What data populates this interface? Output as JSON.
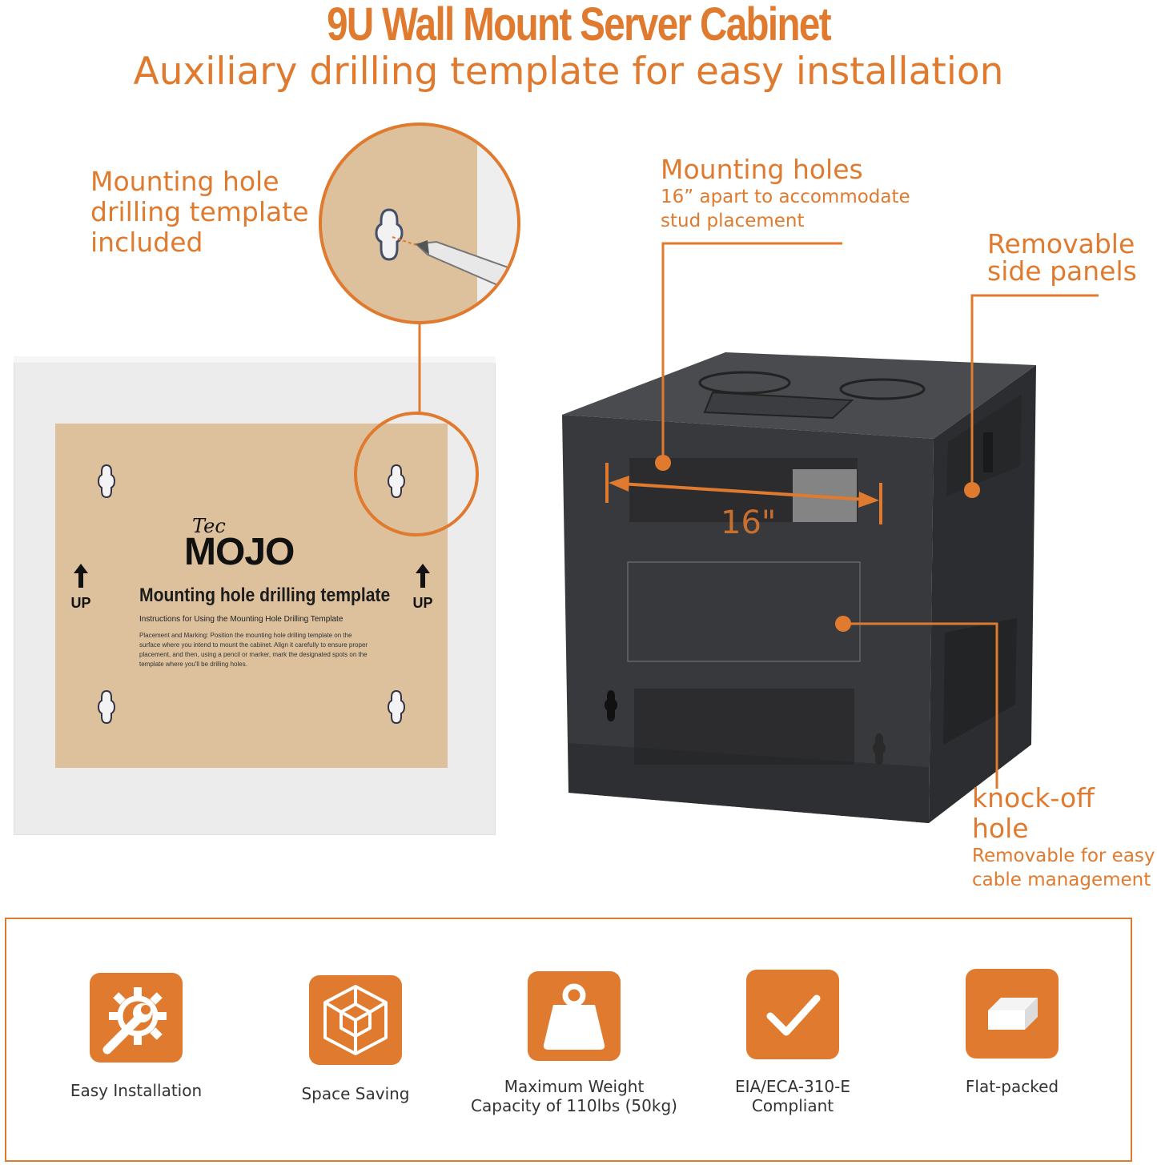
{
  "header": {
    "title": "9U Wall Mount Server Cabinet",
    "subtitle": "Auxiliary drilling template for easy installation"
  },
  "callouts": {
    "template": {
      "lines": [
        "Mounting hole",
        "drilling template",
        "included"
      ]
    },
    "mounting_holes": {
      "title": "Mounting holes",
      "detail_lines": [
        "16” apart to accommodate",
        "stud placement"
      ]
    },
    "side_panels": {
      "lines": [
        "Removable",
        "side panels"
      ]
    },
    "knockoff": {
      "title": "knock-off hole",
      "detail_lines": [
        "Removable for easy",
        "cable management"
      ]
    },
    "spacing_label": "16\""
  },
  "template_sheet": {
    "brand_small": "Tec",
    "brand_big": "MOJO",
    "heading": "Mounting hole drilling template",
    "instructions_title": "Instructions for Using the Mounting Hole Drilling Template",
    "instructions_body": "Placement and Marking: Position the mounting hole drilling template on the surface where you intend to mount the cabinet. Align it carefully to ensure proper placement, and then, using a pencil or marker, mark the designated spots on the template where you'll be drilling holes.",
    "up_left": "UP",
    "up_right": "UP"
  },
  "features": [
    {
      "icon": "gear-wrench-icon",
      "lines": [
        "Easy Installation"
      ]
    },
    {
      "icon": "cube-icon",
      "lines": [
        "Space Saving"
      ]
    },
    {
      "icon": "weight-icon",
      "lines": [
        "Maximum Weight",
        "Capacity of 110lbs (50kg)"
      ]
    },
    {
      "icon": "checkmark-icon",
      "lines": [
        "EIA/ECA-310-E",
        "Compliant"
      ]
    },
    {
      "icon": "flat-box-icon",
      "lines": [
        "Flat-packed"
      ]
    }
  ],
  "colors": {
    "accent": "#e07a2e",
    "cabinet": "#3a3b3d",
    "template": "#dcc19c"
  }
}
